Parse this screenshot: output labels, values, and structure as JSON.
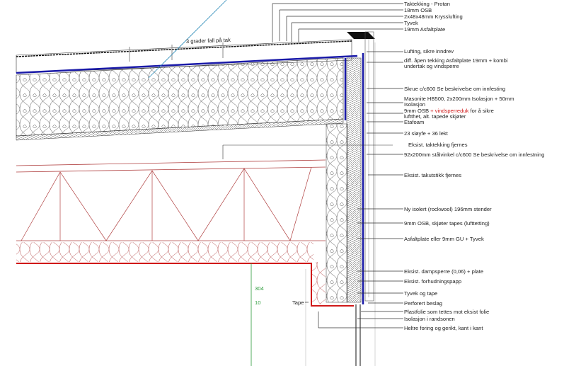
{
  "annotations": {
    "slope": "3 grader fall på tak",
    "tape": "Tape",
    "dim_304": "304",
    "dim_10": "10"
  },
  "labels": [
    "Taktekking - Protan",
    "18mm OSB",
    "2x48x48mm Krysslufting",
    "Tyvek",
    "19mm Asfaltplate",
    "Lufting, sikre inndrev",
    "diff. åpen tekking Asfaltplate 19mm + kombi",
    "undertak og vindsperre",
    "Skrue c/c600 Se beskrivelse om innfesting",
    "Masonite HB500, 2x200mm Isolasjon + 50mm",
    "Isolasjon",
    "9mm OSB",
    "luftthet, alt. tapede skjøter",
    "Etafoam",
    "23 sløyfe + 36 lekt",
    "Eksist. taktekking fjernes",
    "92x200mm stålvinkel c/c600 Se beskrivelse om innfestning",
    "Eksist. takutstikk fjernes",
    "Ny isolert (rockwool) 196mm stender",
    "9mm OSB, skjøter tapes (lufttetting)",
    "Asfaltplate eller 9mm GU + Tyvek",
    "Eksist. dampsperre (0,06) + plate",
    "Eksist. forhudningspapp",
    "Tyvek og tape",
    "Perforert beslag",
    "Plastfolie som tettes mot eksist folie",
    "Isolasjon i randsonen",
    "Heltre foring og gerikt, kant i kant"
  ],
  "osb_red_part": "+ vindsperreduk",
  "osb_tail": "for å sikre",
  "colors": {
    "membrane": "#1a1aa8",
    "existing": "#d01818",
    "dimension": "#2a9a3a",
    "leader": "#2a8ab8"
  }
}
